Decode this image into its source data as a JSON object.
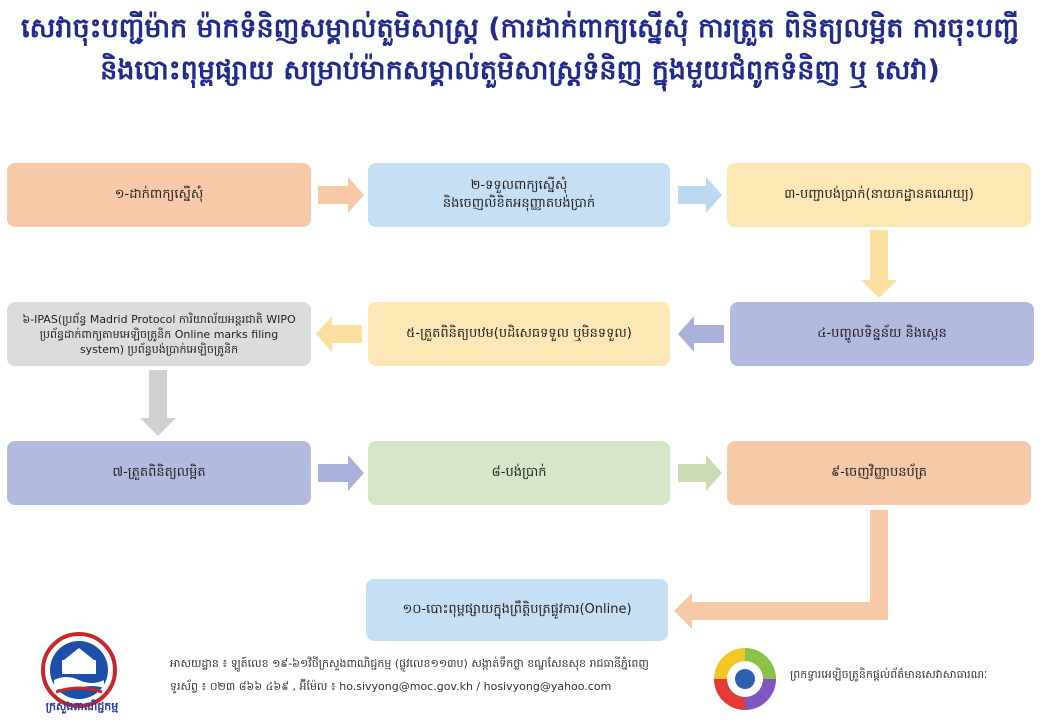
{
  "title": "សេវាចុះបញ្ជីម៉ាក ម៉ាកទំនិញសម្គាល់តួមិសាស្ត្រ (ការដាក់ពាក្យស្នើសុំ ការត្រួត ពិនិត្យលម្អិត ការចុះបញ្ជី និងបោះពុម្ពផ្សាយ សម្រាប់ម៉ាកសម្គាល់តួមិសាស្ត្រទំនិញ ក្នុងមួយជំពូកទំនិញ ឬ សេវា)",
  "steps": {
    "s1": "១-ដាក់ពាក្យស្នើសុំ",
    "s2_line1": "២-ទទួលពាក្យស្នើសុំ",
    "s2_line2": "និងចេញលិខិតអនុញ្ញាតបង់ប្រាក់",
    "s3": "៣-បញ្ជាបង់ប្រាក់(នាយកដ្ឋានគណេយ្យ)",
    "s4": "៤-បញ្ចូលទិន្នន័យ និងស្កេន",
    "s5": "៥-ត្រួតពិនិត្យបឋម(បដិសេធទទួល ឬមិនទទួល)",
    "s6": "៦-IPAS(ប្រព័ន្ធ Madrid Protocol ការិយាល័យអន្តរជាតិ WIPO ប្រព័ន្ធដាក់ពាក្យតាមអេឡិចត្រូនិក Online marks filing system) ប្រព័ន្ធបង់ប្រាក់អេឡិចត្រូនិក",
    "s7": "៧-ត្រួតពិនិត្យលម្អិត",
    "s8": "៨-បង់ប្រាក់",
    "s9": "៩-ចេញវិញ្ញាបនប័ត្រ",
    "s10": "១០-បោះពុម្ពផ្សាយក្នុងព្រឹត្តិបត្រផ្លូវការ(Online)"
  },
  "footer": {
    "address": "អាសយដ្ឋាន ៖ ឡូត៍លេខ ១៩-៦១វិថីក្រសួងពាណិជ្ជកម្ម (ផ្លូវលេខ១១៣ប) សង្កាត់ទឹកថ្លា ខណ្ឌសែនសុខ រាជធានីភ្នំពេញ",
    "contact": "ទូរស័ព្ទ ៖ ០២៣ ៨៦៦ ៤៦៩ , អ៊ីម៉ែល ៖ ho.sivyong@moc.gov.kh / hosivyong@yahoo.com",
    "ministry_name": "ក្រសួងពាណិជ្ជកម្ម",
    "right_text": "ព្រកទ្វារអេឡិចត្រូនិកផ្តល់ព័ត៌មានសេវាសាធារណៈ"
  },
  "colors": {
    "orange_arrow": "#f8c9a6",
    "blue_arrow": "#bcd9f2",
    "yellow_arrow": "#fde0a0",
    "purple_arrow": "#aab2dc",
    "gray_arrow": "#d0d0d0",
    "green_arrow": "#c9dcb4"
  }
}
